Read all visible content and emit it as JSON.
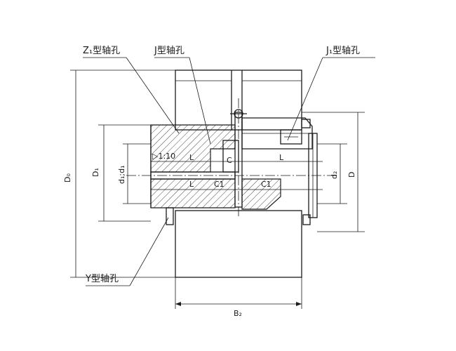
{
  "labels": {
    "z1_hole": "Z₁型轴孔",
    "j_hole": "J型轴孔",
    "j1_hole": "J₁型轴孔",
    "y_hole": "Y型轴孔"
  },
  "dimensions": {
    "D0": "D₀",
    "D1": "D₁",
    "d1_d": "d₁;d₁",
    "d2": "d₂",
    "D": "D",
    "B2": "B₂",
    "L_left_top": "L",
    "L_right_top": "L",
    "L_left_bottom": "L",
    "C1_left": "C1",
    "C1_right": "C1",
    "C": "C",
    "taper": "▷1:10"
  }
}
